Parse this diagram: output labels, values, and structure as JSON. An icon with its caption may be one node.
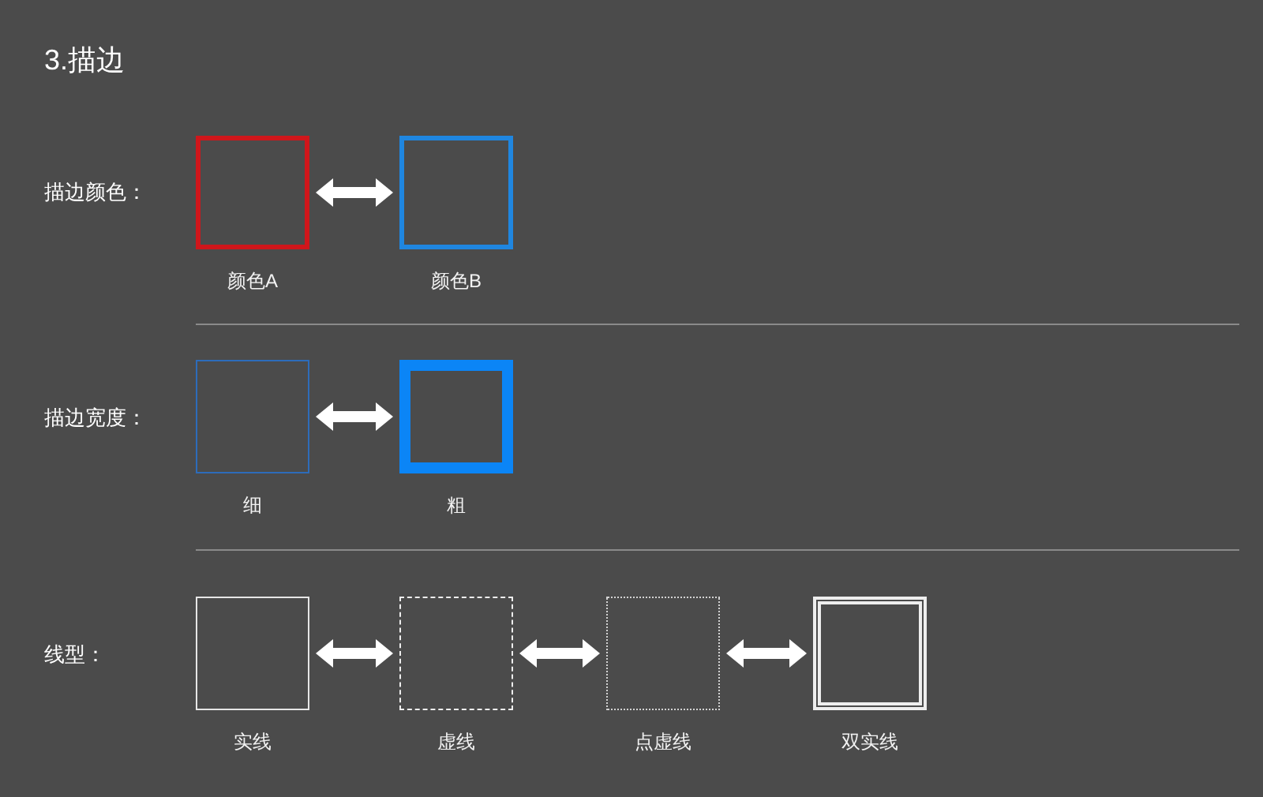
{
  "diagram": {
    "title": "3.描边",
    "nodes": [
      {
        "text": [],
        "shape": "box",
        "beside": [
          "颜色A"
        ]
      },
      {
        "text": [],
        "shape": "box",
        "beside": [
          "颜色B"
        ]
      },
      {
        "text": [],
        "shape": "box",
        "beside": [
          "细"
        ]
      },
      {
        "text": [],
        "shape": "box",
        "beside": [
          "粗"
        ]
      },
      {
        "text": [],
        "shape": "box",
        "beside": [
          "实线"
        ]
      },
      {
        "text": [],
        "shape": "box",
        "beside": [
          "虚线"
        ]
      },
      {
        "text": [],
        "shape": "box",
        "beside": [
          "点虚线"
        ]
      },
      {
        "text": [],
        "shape": "box",
        "beside": [
          "双实线"
        ]
      }
    ],
    "edges": [
      {
        "from": 0,
        "to": 1,
        "arrow": "both"
      },
      {
        "from": 2,
        "to": 3,
        "arrow": "both"
      },
      {
        "from": 4,
        "to": 5,
        "arrow": "both"
      },
      {
        "from": 5,
        "to": 6,
        "arrow": "both"
      },
      {
        "from": 6,
        "to": 7,
        "arrow": "both"
      }
    ],
    "labels": [
      "描边颜色：",
      "描边宽度：",
      "线型："
    ]
  }
}
